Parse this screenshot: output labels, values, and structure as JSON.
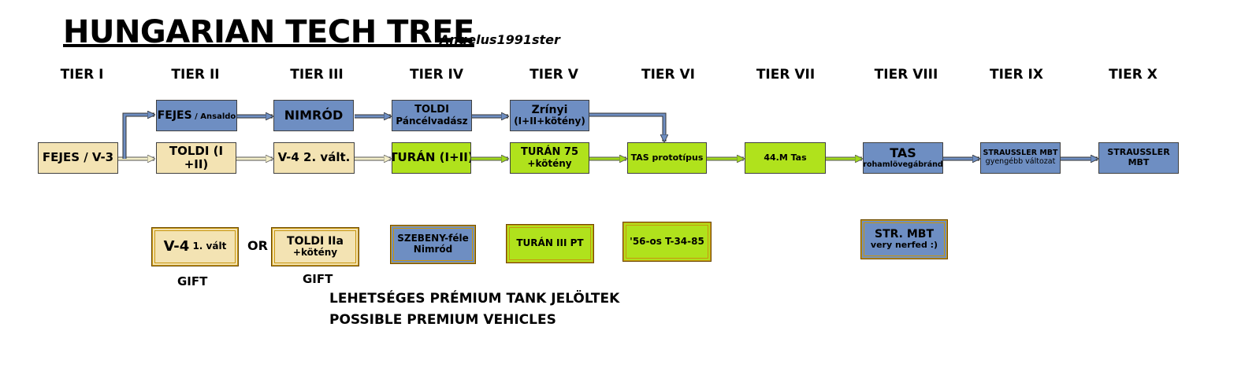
{
  "header": {
    "title": "HUNGARIAN TECH TREE",
    "author": "Angelus1991ster"
  },
  "tiers": [
    "TIER I",
    "TIER II",
    "TIER III",
    "TIER IV",
    "TIER V",
    "TIER VI",
    "TIER VII",
    "TIER VIII",
    "TIER IX",
    "TIER X"
  ],
  "top_row": {
    "fejes_ansaldo": {
      "main": "FEJES",
      "sub": " / Ansaldo"
    },
    "nimrod": {
      "main": "NIMRÓD"
    },
    "toldi_pv": {
      "main": "TOLDI",
      "sub": "Páncélvadász"
    },
    "zrinyi": {
      "main": "Zrínyi",
      "sub": "(I+II+kötény)"
    }
  },
  "bottom_row": {
    "fejes_v3": "FEJES / V-3",
    "toldi_1_2": "TOLDI (I +II)",
    "v4_2": "V-4 2. vált.",
    "turan_1_2": "TURÁN (I+II)",
    "turan75": {
      "main": "TURÁN 75",
      "sub": "+kötény"
    },
    "tas_proto": "TAS prototípus",
    "tas44m": "44.M Tas",
    "tas": {
      "main": "TAS",
      "sub": "rohamlövegábránd"
    },
    "straussler_weak": {
      "main": "STRAUSSLER MBT",
      "sub": "gyengébb változat"
    },
    "straussler": {
      "main": "STRAUSSLER",
      "sub": "MBT"
    }
  },
  "premium": {
    "v4_1": {
      "main": "V-4",
      "sub": " 1. vált"
    },
    "or_label": "OR",
    "toldi_2a": {
      "main": "TOLDI IIa",
      "sub": "+kötény"
    },
    "szebeny": {
      "main": "SZEBENY-féle",
      "sub": "Nimród"
    },
    "turan3": "TURÁN III PT",
    "t34": "'56-os T-34-85",
    "str_mbt": {
      "main": "STR. MBT",
      "sub": "very nerfed :)"
    },
    "gift_1": "GIFT",
    "gift_2": "GIFT"
  },
  "notes": {
    "line1": "LEHETSÉGES PRÉMIUM TANK JELÖLTEK",
    "line2": "POSSIBLE PREMIUM VEHICLES"
  },
  "colors": {
    "beige": "#f3e3b3",
    "blue": "#6e8ec2",
    "green": "#b0e21c",
    "premium_border": "#c8960e"
  }
}
